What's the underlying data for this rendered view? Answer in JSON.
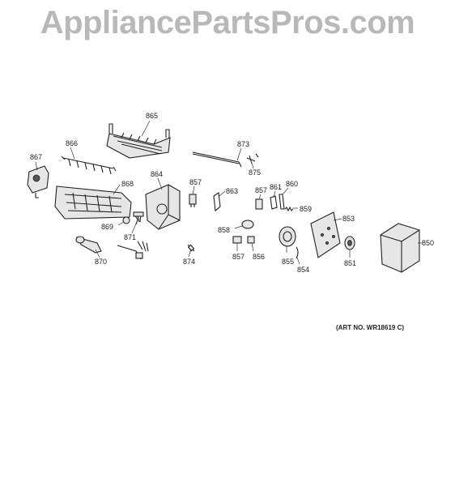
{
  "watermark": "AppliancePartsPros.com",
  "art_number": "(ART NO. WR18619 C)",
  "callouts": {
    "c865": "865",
    "c866": "866",
    "c867": "867",
    "c868": "868",
    "c869": "869",
    "c870": "870",
    "c871": "871",
    "c864": "864",
    "c857a": "857",
    "c863": "863",
    "c873": "873",
    "c875": "875",
    "c857b": "857",
    "c861": "861",
    "c860": "860",
    "c859": "859",
    "c858": "858",
    "c857c": "857",
    "c856": "856",
    "c874": "874",
    "c853": "853",
    "c855": "855",
    "c854": "854",
    "c851": "851",
    "c850": "850"
  }
}
